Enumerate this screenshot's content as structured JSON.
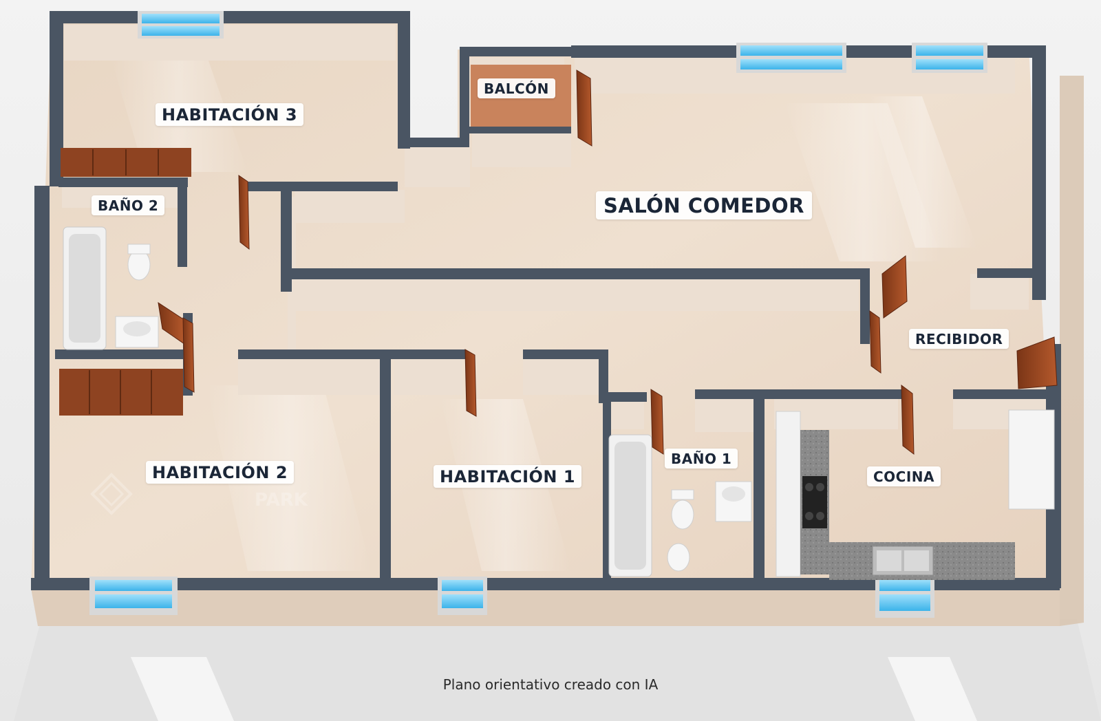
{
  "plan": {
    "rooms": {
      "habitacion_3": "HABITACIÓN 3",
      "balcon": "BALCÓN",
      "salon_comedor": "SALÓN COMEDOR",
      "bano_2": "BAÑO 2",
      "recibidor": "RECIBIDOR",
      "habitacion_2": "HABITACIÓN 2",
      "habitacion_1": "HABITACIÓN 1",
      "bano_1": "BAÑO 1",
      "cocina": "COCINA"
    },
    "watermark": "PARK",
    "footer_note": "Plano orientativo creado con IA"
  },
  "colors": {
    "background": "#eeeeee",
    "floor": "#ead9c8",
    "wall_top": "#4a5563",
    "wall_face": "#e9ddd1",
    "door": "#9b4a26",
    "window_glass": "#6fc7ee",
    "cabinet": "#8e4321",
    "label_text": "#1b2637"
  }
}
